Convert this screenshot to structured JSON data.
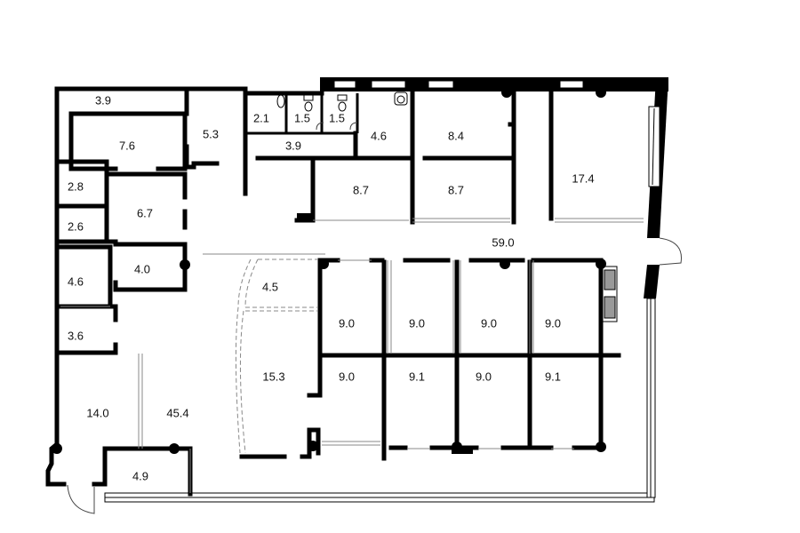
{
  "floor_plan": {
    "rooms": [
      {
        "id": "r1",
        "area": "3.9"
      },
      {
        "id": "r2",
        "area": "7.6"
      },
      {
        "id": "r3",
        "area": "5.3"
      },
      {
        "id": "r4",
        "area": "2.1"
      },
      {
        "id": "r5",
        "area": "1.5"
      },
      {
        "id": "r6",
        "area": "1.5"
      },
      {
        "id": "r7",
        "area": "4.6"
      },
      {
        "id": "r8",
        "area": "8.4"
      },
      {
        "id": "r9",
        "area": "3.9"
      },
      {
        "id": "r10",
        "area": "2.8"
      },
      {
        "id": "r11",
        "area": "6.7"
      },
      {
        "id": "r12",
        "area": "8.7"
      },
      {
        "id": "r13",
        "area": "8.7"
      },
      {
        "id": "r14",
        "area": "17.4"
      },
      {
        "id": "r15",
        "area": "2.6"
      },
      {
        "id": "r16",
        "area": "59.0"
      },
      {
        "id": "r17",
        "area": "4.0"
      },
      {
        "id": "r18",
        "area": "4.6"
      },
      {
        "id": "r19",
        "area": "4.5"
      },
      {
        "id": "r20",
        "area": "9.0"
      },
      {
        "id": "r21",
        "area": "9.0"
      },
      {
        "id": "r22",
        "area": "9.0"
      },
      {
        "id": "r23",
        "area": "9.0"
      },
      {
        "id": "r24",
        "area": "3.6"
      },
      {
        "id": "r25",
        "area": "15.3"
      },
      {
        "id": "r26",
        "area": "9.0"
      },
      {
        "id": "r27",
        "area": "9.1"
      },
      {
        "id": "r28",
        "area": "9.0"
      },
      {
        "id": "r29",
        "area": "9.1"
      },
      {
        "id": "r30",
        "area": "14.0"
      },
      {
        "id": "r31",
        "area": "45.4"
      },
      {
        "id": "r32",
        "area": "4.9"
      }
    ]
  }
}
